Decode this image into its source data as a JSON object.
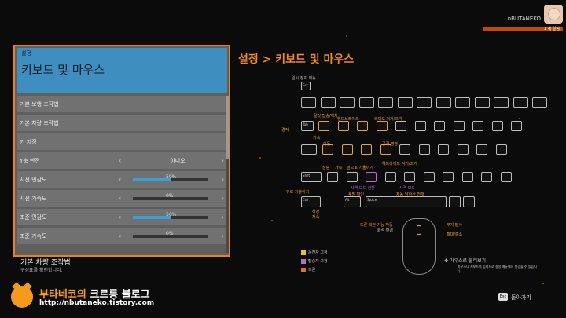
{
  "profile": {
    "name": "nBUTANEKO",
    "notice": "1 새 알림"
  },
  "panel": {
    "breadcrumb": "설정",
    "title": "키보드 및 마우스",
    "rows": [
      {
        "label": "기본 보행 조작법",
        "value": "",
        "type": "link"
      },
      {
        "label": "기본 차량 조작법",
        "value": "",
        "type": "link"
      },
      {
        "label": "키 지정",
        "value": "",
        "type": "link"
      },
      {
        "label": "Y축 반전",
        "value": "아니오",
        "type": "select"
      },
      {
        "label": "시선 민감도",
        "value": "50%",
        "type": "slider",
        "level": 0.5
      },
      {
        "label": "시선 가속도",
        "value": "0%",
        "type": "slider",
        "level": 0
      },
      {
        "label": "조준 민감도",
        "value": "50%",
        "type": "slider",
        "level": 0.5
      },
      {
        "label": "조준 가속도",
        "value": "0%",
        "type": "slider",
        "level": 0
      }
    ],
    "desc_title": "기본 차량 조작법",
    "desc_sub": "구성표를 확인합니다."
  },
  "right": {
    "title": "설정 > 키보드 및 마우스",
    "labels": {
      "pause_menu": "일시 정지 메뉴",
      "board_escape": "탈것 탑승/하차",
      "handbrake": "핸드브레이크",
      "radio": "라디오 켜기/끄기",
      "horn": "경적",
      "acceleration": "가속",
      "move": "이동",
      "attack_aim": "공격 명령",
      "headlights": "헤드라이트 켜기/끄기",
      "takeoff": "상승",
      "accelerate": "가속",
      "look_behind": "앞으로 기울이기",
      "slow_mode": "사격 모드 전환",
      "precision": "사격 모드",
      "lean_back": "뒤로 기울이기",
      "descend": "하강",
      "brake": "저속",
      "rear_view": "후방 확인",
      "cinematic": "제동",
      "next_target": "낙하산 전개",
      "drone": "드론 회전 기능 작동",
      "camera_change": "화석 변경",
      "fire_weapon": "무기 발사",
      "zoom": "확대/축소",
      "look_mouse": "마우스로 둘러보기",
      "look_note": "마우스나 키보드의 입력으로 설정 메뉴에서 변경할 수 있습니다.",
      "legend_driver": "운전자 고정",
      "legend_passenger": "탑승자 고정",
      "legend_drone": "드론",
      "back": "돌아가기",
      "esc": "Esc"
    },
    "legend_colors": {
      "driver": "#e8c21e",
      "passenger": "#b070d0",
      "drone": "#e0702a"
    }
  },
  "keys": {
    "tab": "Tab",
    "shift": "Shift",
    "ctrl": "Ctrl",
    "alt": "Alt",
    "space": "Space",
    "esc": "Esc"
  },
  "logo": {
    "title_orange": "부타네코의",
    "title_white": " 크르릉 블로그",
    "url": "http://nbutaneko.tistory.com"
  },
  "colors": {
    "accent": "#e8821e",
    "header": "#3e8fc0",
    "slider": "#3aa0d8"
  }
}
